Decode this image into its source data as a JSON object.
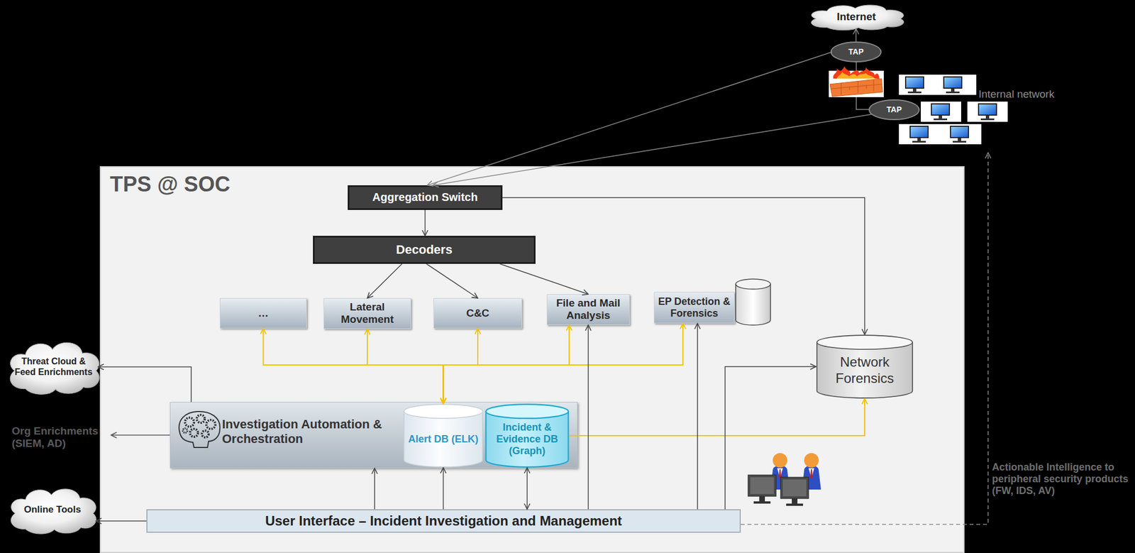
{
  "diagram": {
    "nodes": [
      {
        "text": [
          "Internet"
        ]
      },
      {
        "text": [
          "TAP"
        ]
      },
      {
        "text": [
          "TAP"
        ]
      },
      {
        "text": [
          "TPS @ SOC"
        ]
      },
      {
        "text": [
          "Aggregation Switch"
        ],
        "in": 3
      },
      {
        "text": [
          "Decoders"
        ],
        "in": 3
      },
      {
        "text": [
          "…"
        ],
        "in": 3
      },
      {
        "text": [
          "Lateral Movement"
        ],
        "in": 3
      },
      {
        "text": [
          "C&C"
        ],
        "in": 3
      },
      {
        "text": [
          "File and Mail Analysis"
        ],
        "in": 3
      },
      {
        "text": [
          "EP Detection & Forensics"
        ],
        "in": 3
      },
      {
        "text": [
          "Network Forensics"
        ],
        "in": 3
      },
      {
        "text": [
          "Investigation Automation & Orchestration"
        ],
        "in": 3
      },
      {
        "text": [
          "Alert DB (ELK)"
        ],
        "in": 12
      },
      {
        "text": [
          "Incident & Evidence DB (Graph)"
        ],
        "in": 12
      },
      {
        "text": [
          "User Interface – Incident Investigation and Management"
        ],
        "in": 3
      },
      {
        "text": [
          "Threat Cloud & Feed Enrichments"
        ]
      },
      {
        "text": [
          "Online Tools"
        ]
      }
    ],
    "edges": [
      {
        "from": 1,
        "to": 0,
        "arrow": "to"
      },
      {
        "from": 1,
        "to": 4,
        "arrow": "to"
      },
      {
        "from": 2,
        "to": 4,
        "arrow": "to"
      },
      {
        "from": 4,
        "to": 5,
        "arrow": "to"
      },
      {
        "from": 4,
        "to": 11,
        "arrow": "to"
      },
      {
        "from": 5,
        "to": 7,
        "arrow": "to"
      },
      {
        "from": 5,
        "to": 8,
        "arrow": "to"
      },
      {
        "from": 5,
        "to": 9,
        "arrow": "to"
      },
      {
        "from": 13,
        "to": 6,
        "arrow": "both"
      },
      {
        "from": 13,
        "to": 7,
        "arrow": "both"
      },
      {
        "from": 13,
        "to": 8,
        "arrow": "both"
      },
      {
        "from": 13,
        "to": 9,
        "arrow": "both"
      },
      {
        "from": 13,
        "to": 10,
        "arrow": "both"
      },
      {
        "from": 14,
        "to": 11,
        "arrow": "to"
      },
      {
        "from": 12,
        "to": 16,
        "arrow": "to"
      },
      {
        "from": 15,
        "to": 17,
        "arrow": "to"
      },
      {
        "from": 15,
        "to": 12,
        "arrow": "to"
      },
      {
        "from": 15,
        "to": 13,
        "arrow": "to"
      },
      {
        "from": 15,
        "to": 14,
        "arrow": "both"
      },
      {
        "from": 15,
        "to": 9,
        "arrow": "to"
      },
      {
        "from": 15,
        "to": 10,
        "arrow": "to"
      },
      {
        "from": 15,
        "to": 11,
        "arrow": "to"
      }
    ],
    "labels": [
      "Internal network",
      "Org Enrichments (SIEM, AD)",
      "Actionable Intelligence to peripheral security products (FW, IDS, AV)"
    ]
  }
}
